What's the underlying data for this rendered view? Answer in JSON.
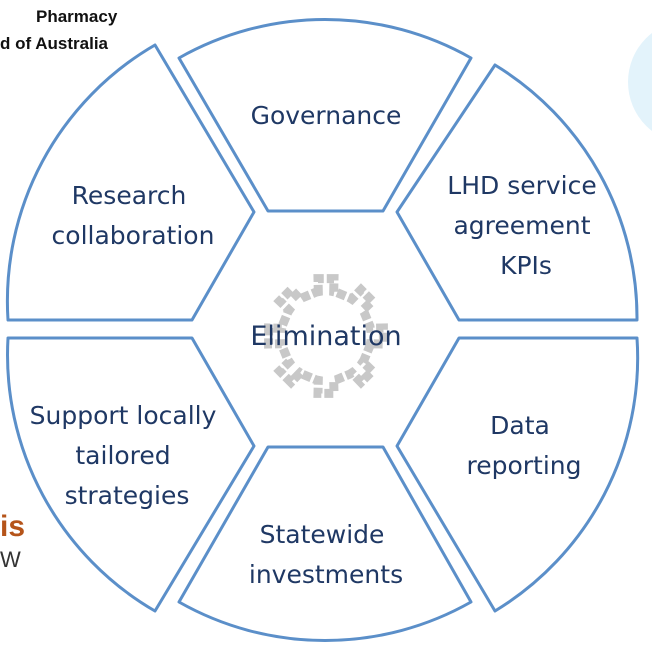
{
  "header": {
    "org_line1": "Pharmacy",
    "org_line2": "d of Australia"
  },
  "left_fragment": {
    "big": "is",
    "small": "W"
  },
  "colors": {
    "segment_outline": "#5b8fc9",
    "label_text": "#1f3864",
    "gear": "#c8c8c8",
    "orange_text": "#b5541a",
    "corner_circle": "#e3f3fb"
  },
  "diagram": {
    "center_label": "Elimination",
    "segments": [
      {
        "id": "governance",
        "lines": [
          "Governance"
        ]
      },
      {
        "id": "lhd",
        "lines": [
          "LHD service",
          "agreement",
          "KPIs"
        ]
      },
      {
        "id": "data",
        "lines": [
          "Data",
          "reporting"
        ]
      },
      {
        "id": "statewide",
        "lines": [
          "Statewide",
          "investments"
        ]
      },
      {
        "id": "support",
        "lines": [
          "Support locally",
          "tailored",
          "strategies"
        ]
      },
      {
        "id": "research",
        "lines": [
          "Research",
          "collaboration"
        ]
      }
    ]
  }
}
